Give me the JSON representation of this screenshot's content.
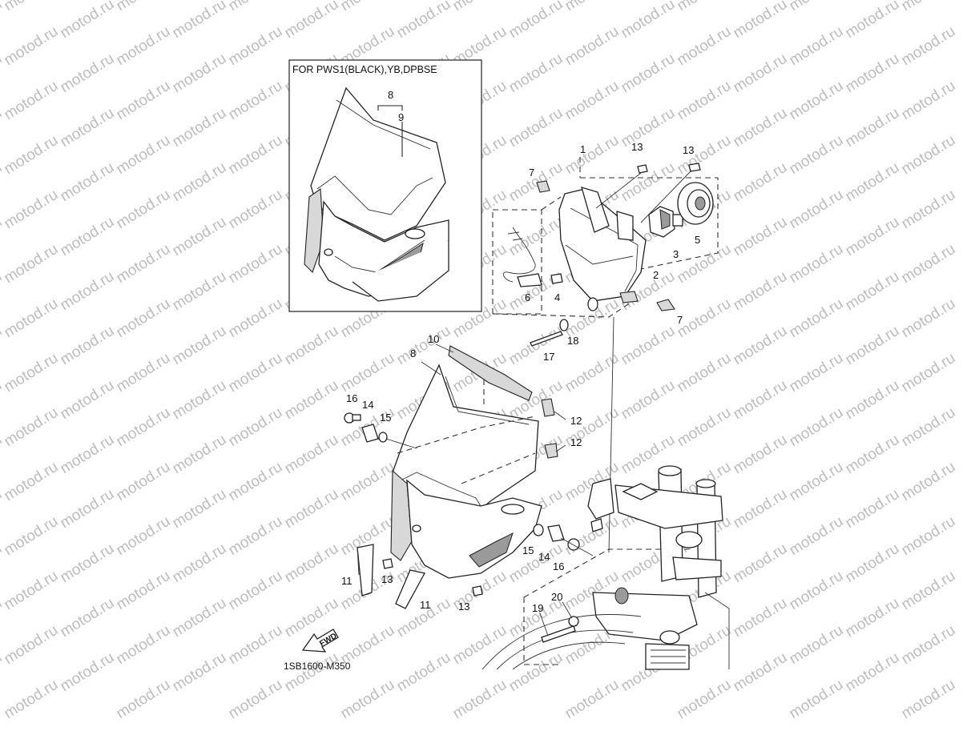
{
  "watermark": {
    "text": "motod.ru"
  },
  "inset": {
    "title": "FOR PWS1(BLACK),YB,DPBSE"
  },
  "diagram_code": "1SB1600-M350",
  "fwd_arrow": {
    "text": "FWD"
  },
  "callouts": {
    "c1": "1",
    "c2": "2",
    "c3": "3",
    "c4": "4",
    "c5": "5",
    "c6": "6",
    "c7a": "7",
    "c7b": "7",
    "c8_inset": "8",
    "c9_inset": "9",
    "c8_main": "8",
    "c10": "10",
    "c11a": "11",
    "c11b": "11",
    "c12a": "12",
    "c12b": "12",
    "c13a": "13",
    "c13b": "13",
    "c13c": "13",
    "c13d": "13",
    "c14a": "14",
    "c14b": "14",
    "c15a": "15",
    "c15b": "15",
    "c16a": "16",
    "c16b": "16",
    "c17": "17",
    "c18": "18",
    "c19": "19",
    "c20": "20"
  }
}
